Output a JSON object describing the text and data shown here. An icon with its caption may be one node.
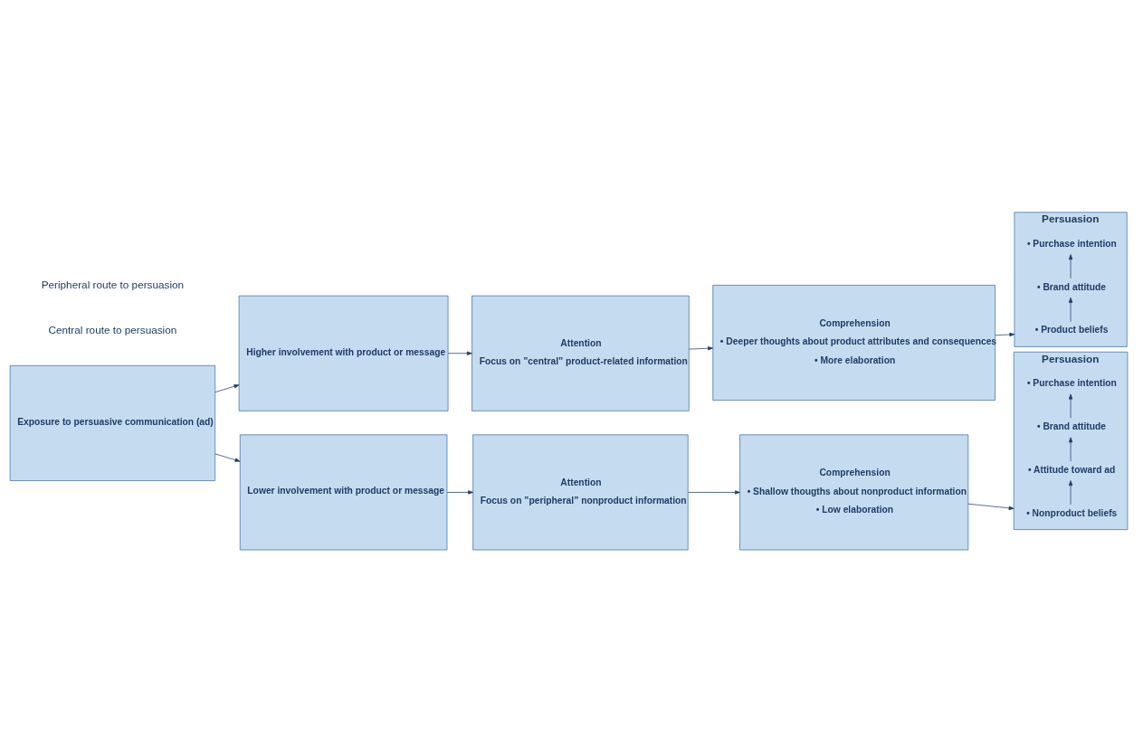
{
  "diagram": {
    "nodes": [
      {
        "text": [
          "Exposure to persuasive communication (ad)"
        ]
      },
      {
        "text": [
          "Higher involvement with product or message"
        ]
      },
      {
        "text": [
          "Attention",
          "Focus on ”central” product-related information"
        ]
      },
      {
        "text": [
          "Comprehension",
          "• Deeper thoughts about product attributes and consequences",
          "• More elaboration"
        ]
      },
      {
        "text": [
          "Persuasion"
        ]
      },
      {
        "text": [
          "• Product beliefs"
        ],
        "in": 4
      },
      {
        "text": [
          "• Brand attitude"
        ],
        "in": 4
      },
      {
        "text": [
          "• Purchase intention"
        ],
        "in": 4
      },
      {
        "text": [
          "Lower involvement with product or message"
        ]
      },
      {
        "text": [
          "Attention",
          "Focus on ”peripheral” nonproduct information"
        ]
      },
      {
        "text": [
          "Comprehension",
          "• Shallow thougths about nonproduct information",
          "• Low elaboration"
        ]
      },
      {
        "text": [
          "Persuasion"
        ]
      },
      {
        "text": [
          "• Nonproduct beliefs"
        ],
        "in": 11
      },
      {
        "text": [
          "• Attitude toward ad"
        ],
        "in": 11
      },
      {
        "text": [
          "• Brand attitude"
        ],
        "in": 11
      },
      {
        "text": [
          "• Purchase intention"
        ],
        "in": 11
      }
    ],
    "edges": [
      {
        "from": 0,
        "to": 1,
        "arrow": "to"
      },
      {
        "from": 1,
        "to": 2,
        "arrow": "to"
      },
      {
        "from": 2,
        "to": 3,
        "arrow": "to"
      },
      {
        "from": 3,
        "to": 4,
        "arrow": "to"
      },
      {
        "from": 5,
        "to": 6,
        "arrow": "to"
      },
      {
        "from": 6,
        "to": 7,
        "arrow": "to"
      },
      {
        "from": 0,
        "to": 8,
        "arrow": "to"
      },
      {
        "from": 8,
        "to": 9,
        "arrow": "to"
      },
      {
        "from": 9,
        "to": 10,
        "arrow": "to"
      },
      {
        "from": 10,
        "to": 11,
        "arrow": "to"
      },
      {
        "from": 12,
        "to": 13,
        "arrow": "to"
      },
      {
        "from": 13,
        "to": 14,
        "arrow": "to"
      },
      {
        "from": 14,
        "to": 15,
        "arrow": "to"
      }
    ],
    "labels": [
      "Central route to persuasion",
      "Peripheral route to persuasion"
    ]
  }
}
